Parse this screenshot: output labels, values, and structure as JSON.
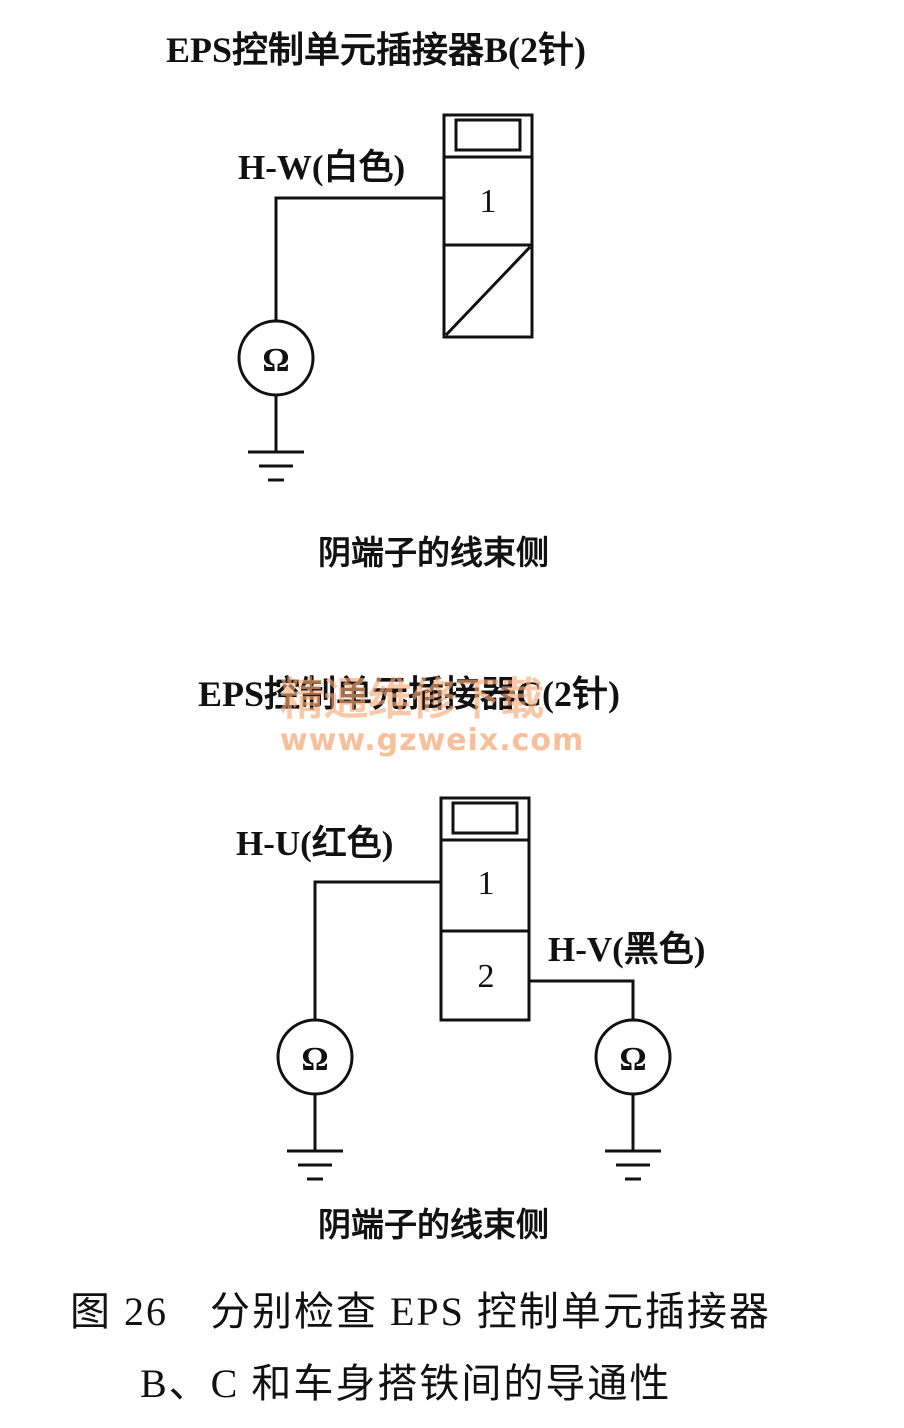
{
  "connector_b": {
    "title": "EPS控制单元插接器B(2针)",
    "wire_label": "H-W(白色)",
    "pins": [
      "1"
    ],
    "meter_symbol": "Ω",
    "side_label": "阴端子的线束侧"
  },
  "connector_c": {
    "title": "EPS控制单元插接器C(2针)",
    "wire_labels": [
      "H-U(红色)",
      "H-V(黑色)"
    ],
    "pins": [
      "1",
      "2"
    ],
    "meter_symbol": "Ω",
    "side_label": "阴端子的线束侧"
  },
  "watermark": {
    "text": "精通维修下载",
    "url": "www.gzweix.com"
  },
  "caption": {
    "line1": "图 26　分别检查 EPS 控制单元插接器",
    "line2": "B、C 和车身搭铁间的导通性"
  }
}
